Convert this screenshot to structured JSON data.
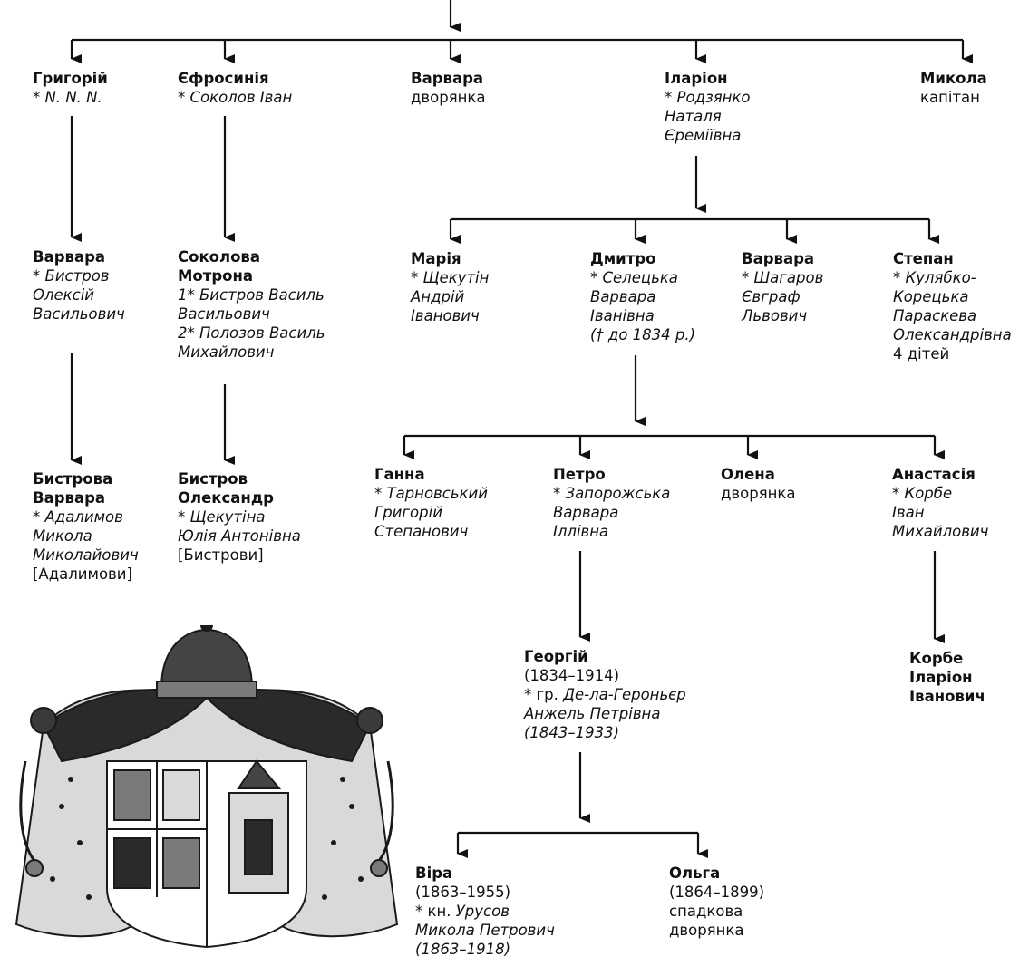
{
  "colors": {
    "line": "#111111",
    "text": "#111111",
    "coat_dark": "#1a1a1a",
    "coat_mid": "#7a7a7a",
    "coat_light": "#d9d9d9"
  },
  "nodes": {
    "hryhorii": {
      "name": "Григорій",
      "lines": [
        {
          "text": "* N. N. N.",
          "style": "italic"
        }
      ]
    },
    "yefrosyniia": {
      "name": "Єфросинія",
      "lines": [
        {
          "text": "* Соколов Іван",
          "style": "italic"
        }
      ]
    },
    "varvara_top": {
      "name": "Варвара",
      "lines": [
        {
          "text": "дворянка",
          "style": "normal"
        }
      ]
    },
    "ilarion": {
      "name": "Іларіон",
      "lines": [
        {
          "text": "* Родзянко",
          "style": "italic"
        },
        {
          "text": "Наталя",
          "style": "italic"
        },
        {
          "text": "Єреміївна",
          "style": "italic"
        }
      ]
    },
    "mykola_top": {
      "name": "Микола",
      "lines": [
        {
          "text": "капітан",
          "style": "normal"
        }
      ]
    },
    "varvara_g": {
      "name": "Варвара",
      "lines": [
        {
          "text": "* Бистров",
          "style": "italic"
        },
        {
          "text": "Олексій",
          "style": "italic"
        },
        {
          "text": "Васильович",
          "style": "italic"
        }
      ]
    },
    "sokolova": {
      "name": "Соколова",
      "name2": "Мотрона",
      "lines": [
        {
          "text": "1* Бистров Василь",
          "style": "italic"
        },
        {
          "text": "Васильович",
          "style": "italic"
        },
        {
          "text": "2* Полозов Василь",
          "style": "italic"
        },
        {
          "text": "Михайлович",
          "style": "italic"
        }
      ]
    },
    "mariia": {
      "name": "Марія",
      "lines": [
        {
          "text": "* Щекутін",
          "style": "italic"
        },
        {
          "text": "Андрій",
          "style": "italic"
        },
        {
          "text": "Іванович",
          "style": "italic"
        }
      ]
    },
    "dmytro": {
      "name": "Дмитро",
      "lines": [
        {
          "text": "* Селецька",
          "style": "italic"
        },
        {
          "text": "Варвара",
          "style": "italic"
        },
        {
          "text": "Іванівна",
          "style": "italic"
        },
        {
          "text": "(† до 1834 р.)",
          "style": "italic"
        }
      ]
    },
    "varvara_i": {
      "name": "Варвара",
      "lines": [
        {
          "text": "* Шагаров",
          "style": "italic"
        },
        {
          "text": "Євграф",
          "style": "italic"
        },
        {
          "text": "Львович",
          "style": "italic"
        }
      ]
    },
    "stepan": {
      "name": "Степан",
      "lines": [
        {
          "text": "* Кулябко-",
          "style": "italic"
        },
        {
          "text": "Корецька",
          "style": "italic"
        },
        {
          "text": "Параскева",
          "style": "italic"
        },
        {
          "text": "Олександрівна",
          "style": "italic"
        },
        {
          "text": "4 дітей",
          "style": "normal"
        }
      ]
    },
    "bystrova": {
      "name": "Бистрова",
      "name2": "Варвара",
      "lines": [
        {
          "text": "* Адалимов",
          "style": "italic"
        },
        {
          "text": "Микола",
          "style": "italic"
        },
        {
          "text": "Миколайович",
          "style": "italic"
        },
        {
          "text": "[Адалимови]",
          "style": "normal"
        }
      ]
    },
    "bystrov": {
      "name": "Бистров",
      "name2": "Олександр",
      "lines": [
        {
          "text": "* Щекутіна",
          "style": "italic"
        },
        {
          "text": "Юлія Антонівна",
          "style": "italic"
        },
        {
          "text": "[Бистрови]",
          "style": "normal"
        }
      ]
    },
    "hanna": {
      "name": "Ганна",
      "lines": [
        {
          "text": "* Тарновський",
          "style": "italic"
        },
        {
          "text": "Григорій",
          "style": "italic"
        },
        {
          "text": "Степанович",
          "style": "italic"
        }
      ]
    },
    "petro": {
      "name": "Петро",
      "lines": [
        {
          "text": "* Запорожська",
          "style": "italic"
        },
        {
          "text": "Варвара",
          "style": "italic"
        },
        {
          "text": "Іллівна",
          "style": "italic"
        }
      ]
    },
    "olena": {
      "name": "Олена",
      "lines": [
        {
          "text": "дворянка",
          "style": "normal"
        }
      ]
    },
    "anastasiia": {
      "name": "Анастасія",
      "lines": [
        {
          "text": "* Корбе",
          "style": "italic"
        },
        {
          "text": "Іван",
          "style": "italic"
        },
        {
          "text": "Михайлович",
          "style": "italic"
        }
      ]
    },
    "heorhii": {
      "name": "Георгій",
      "lines": [
        {
          "text": "(1834–1914)",
          "style": "normal"
        },
        {
          "text": "Де-ла-Героньєр",
          "prefix": "* гр. ",
          "style": "mixed"
        },
        {
          "text": "Анжель Петрівна",
          "style": "italic"
        },
        {
          "text": "(1843–1933)",
          "style": "italic"
        }
      ]
    },
    "korbe": {
      "name": "Корбе",
      "name2": "Іларіон",
      "name3": "Іванович",
      "lines": []
    },
    "vira": {
      "name": "Віра",
      "lines": [
        {
          "text": "(1863–1955)",
          "style": "normal"
        },
        {
          "text": "Урусов",
          "prefix": "* кн. ",
          "style": "mixed"
        },
        {
          "text": "Микола Петрович",
          "style": "italic"
        },
        {
          "text": "(1863–1918)",
          "style": "italic"
        }
      ]
    },
    "olha": {
      "name": "Ольга",
      "lines": [
        {
          "text": "(1864–1899)",
          "style": "normal"
        },
        {
          "text": "спадкова",
          "style": "normal"
        },
        {
          "text": "дворянка",
          "style": "normal"
        }
      ]
    }
  }
}
